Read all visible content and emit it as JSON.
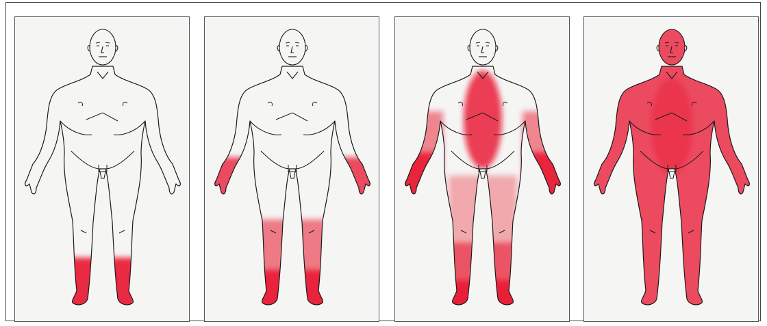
{
  "figure": {
    "panels": [
      {
        "id": "stage-1",
        "affected_regions": [
          "feet"
        ]
      },
      {
        "id": "stage-2",
        "affected_regions": [
          "feet",
          "lower-legs",
          "hands"
        ]
      },
      {
        "id": "stage-3",
        "affected_regions": [
          "feet",
          "legs",
          "hands",
          "forearms",
          "trunk"
        ]
      },
      {
        "id": "stage-4",
        "affected_regions": [
          "whole-body"
        ]
      }
    ]
  },
  "colors": {
    "affected_fill": "#e8132b",
    "panel_background": "#f5f5f4",
    "outline": "#1a1a1a"
  }
}
